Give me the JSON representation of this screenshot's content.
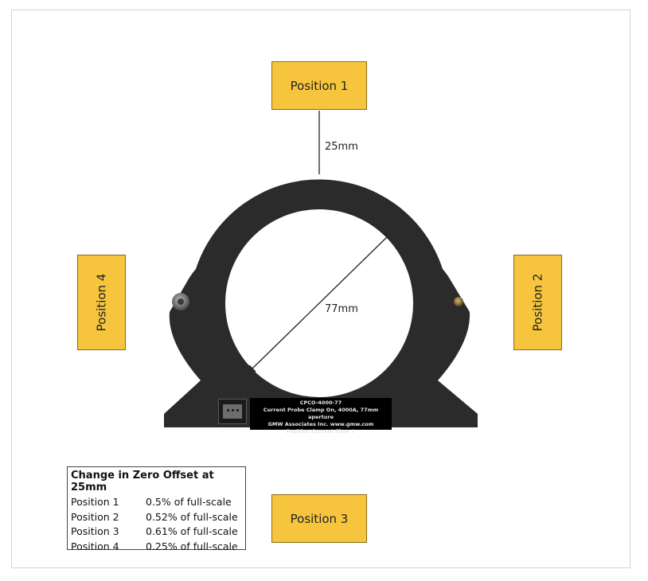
{
  "positions": {
    "p1": "Position 1",
    "p2": "Position 2",
    "p3": "Position 3",
    "p4": "Position 4"
  },
  "dimensions": {
    "distance": "25mm",
    "aperture": "77mm"
  },
  "probe_label": {
    "line1": "CPCO-4000-77",
    "line2": "Current Probe Clamp On, 4000A, 77mm aperture",
    "line3": "GMW Associates Inc. www.gmw.com",
    "line4": "Positive Current Flow ↓"
  },
  "legend": {
    "title": "Change in Zero Offset at 25mm",
    "rows": [
      {
        "position": "Position 1",
        "value": "0.5% of full-scale"
      },
      {
        "position": "Position 2",
        "value": "0.52% of full-scale"
      },
      {
        "position": "Position 3",
        "value": "0.61% of full-scale"
      },
      {
        "position": "Position 4",
        "value": "0.25% of full-scale"
      }
    ]
  },
  "colors": {
    "position_box": "#f7c53d",
    "probe_body": "#2b2b2b",
    "label_plate": "#000000"
  }
}
